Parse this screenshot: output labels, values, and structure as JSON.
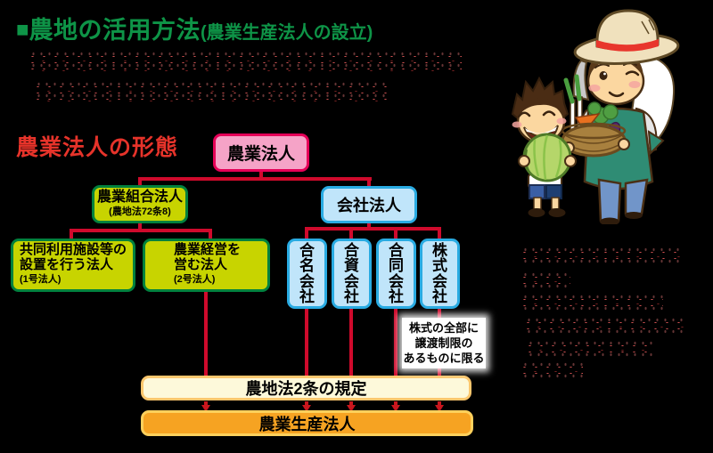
{
  "header": {
    "bullet": "■",
    "title": "農地の活用方法",
    "subtitle": "(農業生産法人の設立)"
  },
  "section_heading": "農業法人の形態",
  "flowchart": {
    "root": "農業法人",
    "left_branch": {
      "title": "農業組合法人",
      "subtitle": "(農地法72条8)"
    },
    "left_children": [
      {
        "line1": "共同利用施設等の",
        "line2": "設置を行う法人",
        "subtitle": "(1号法人)"
      },
      {
        "line1": "農業経営を",
        "line2": "営む法人",
        "subtitle": "(2号法人)"
      }
    ],
    "right_branch": {
      "title": "会社法人"
    },
    "companies": [
      "合名会社",
      "合資会社",
      "合同会社",
      "株式会社"
    ],
    "note": {
      "line1": "株式の全部に",
      "line2": "譲渡制限の",
      "line3": "あるものに限る"
    },
    "regulation": "農地法2条の規定",
    "result": "農業生産法人"
  },
  "obscured_text": {
    "appearance": "illegible red speckle remnants of anti-aliased text",
    "intro_line_count": 2,
    "side_line_count": 6
  },
  "illustration": {
    "description": "Farmer woman in a straw hat holding a basket of vegetables beside a smiling boy hugging a cabbage"
  },
  "colors": {
    "background": "#000000",
    "title_green": "#0e9447",
    "heading_red": "#e6332a",
    "connector_red": "#cf0a2c",
    "arrow_red": "#c9161d",
    "root_fill": "#f5a3c7",
    "root_border": "#e50057",
    "green_fill": "#c8d400",
    "green_border": "#00813e",
    "blue_fill": "#c0e5fa",
    "blue_border": "#29abe2",
    "cream_fill": "#fdf9da",
    "cream_border": "#fbc76e",
    "orange_fill": "#f6a322",
    "orange_border": "#fdd05c"
  }
}
